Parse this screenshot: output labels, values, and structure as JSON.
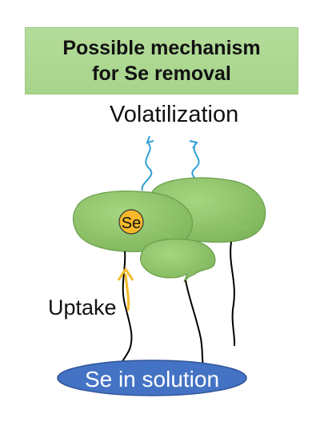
{
  "title": {
    "line1": "Possible mechanism",
    "line2": "for Se removal"
  },
  "labels": {
    "volatilization": "Volatilization",
    "uptake": "Uptake",
    "se_atom": "Se",
    "solution": "Se in solution"
  },
  "colors": {
    "title_box": "#a7d48b",
    "leaf": "#8cc46a",
    "leaf_edge": "#6a9e4c",
    "se_circle": "#f6b92a",
    "uptake_arrow": "#f6b92a",
    "wave": "#2f9fd6",
    "solution": "#4473c5",
    "root": "#000000"
  }
}
